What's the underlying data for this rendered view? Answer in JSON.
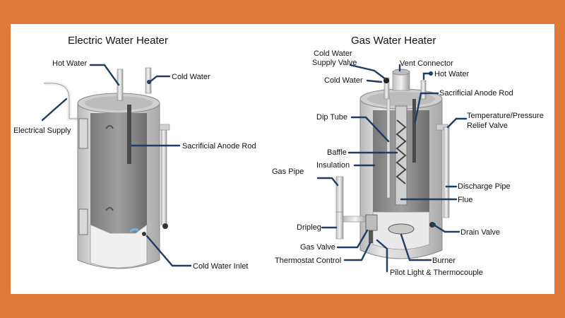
{
  "colors": {
    "frame": "#e07a3a",
    "panel": "#ffffff",
    "leader": "#1f3d63",
    "tank_body": "#d9d9d9",
    "tank_inner": "#8f8f8f"
  },
  "electric": {
    "title": "Electric Water Heater",
    "labels": {
      "hot_water": "Hot Water",
      "cold_water": "Cold Water",
      "electrical_supply": "Electrical Supply",
      "sacrificial_anode_rod": "Sacrificial Anode Rod",
      "cold_water_inlet": "Cold Water Inlet"
    }
  },
  "gas": {
    "title": "Gas Water Heater",
    "labels": {
      "cold_water_supply_valve_1": "Cold Water",
      "cold_water_supply_valve_2": "Supply Valve",
      "vent_connector": "Vent Connector",
      "cold_water": "Cold Water",
      "hot_water": "Hot Water",
      "sacrificial_anode_rod": "Sacrificial Anode Rod",
      "dip_tube": "Dip Tube",
      "temp_pressure_1": "Temperature/Pressure",
      "temp_pressure_2": "Relief Valve",
      "baffle": "Baffle",
      "insulation": "Insulation",
      "gas_pipe": "Gas Pipe",
      "discharge_pipe": "Discharge Pipe",
      "flue": "Flue",
      "dripleg": "Dripleg",
      "drain_valve": "Drain Valve",
      "gas_valve": "Gas Valve",
      "burner": "Burner",
      "thermostat_control": "Thermostat Control",
      "pilot_light_thermocouple": "Pilot Light & Thermocouple"
    }
  }
}
